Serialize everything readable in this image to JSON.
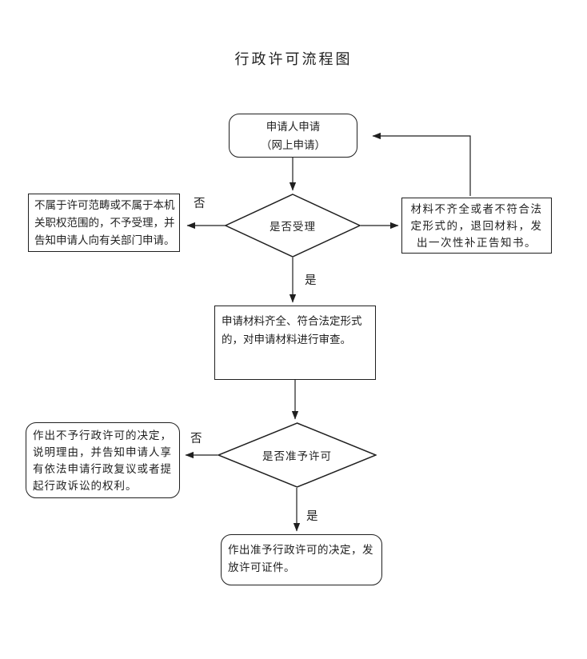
{
  "page": {
    "title": "行政许可流程图"
  },
  "nodes": {
    "apply": {
      "shape": "rounded-rect",
      "lines": [
        "申请人申请",
        "（网上申请）"
      ]
    },
    "accept_check": {
      "shape": "diamond",
      "label": "是否受理"
    },
    "reject_notice": {
      "shape": "rect",
      "lines": [
        "不属于许可范畴或不属于本机",
        "关职权范围的，不予受理，并",
        "告知申请人向有关部门申请。"
      ]
    },
    "return_materials": {
      "shape": "rect",
      "lines": [
        "材料不齐全或者不符合法",
        "定形式的，退回材料，发",
        "出一次性补正告知书。"
      ]
    },
    "review": {
      "shape": "rect",
      "lines": [
        "申请材料齐全、符合法定形式",
        "的，对申请材料进行审查。"
      ]
    },
    "grant_check": {
      "shape": "diamond",
      "label": "是否准予许可"
    },
    "deny_decision": {
      "shape": "rounded-rect",
      "lines": [
        "作出不予行政许可的决定，",
        "说明理由，并告知申请人享",
        "有依法申请行政复议或者提",
        "起行政诉讼的权利。"
      ]
    },
    "grant_decision": {
      "shape": "rounded-rect",
      "lines": [
        "作出准予行政许可的决定，发",
        "放许可证件。"
      ]
    }
  },
  "edge_labels": {
    "accept_no": "否",
    "accept_yes": "是",
    "grant_no": "否",
    "grant_yes": "是"
  },
  "colors": {
    "line": "#1f1f1f",
    "text": "#1f1f1f",
    "background": "#ffffff"
  }
}
